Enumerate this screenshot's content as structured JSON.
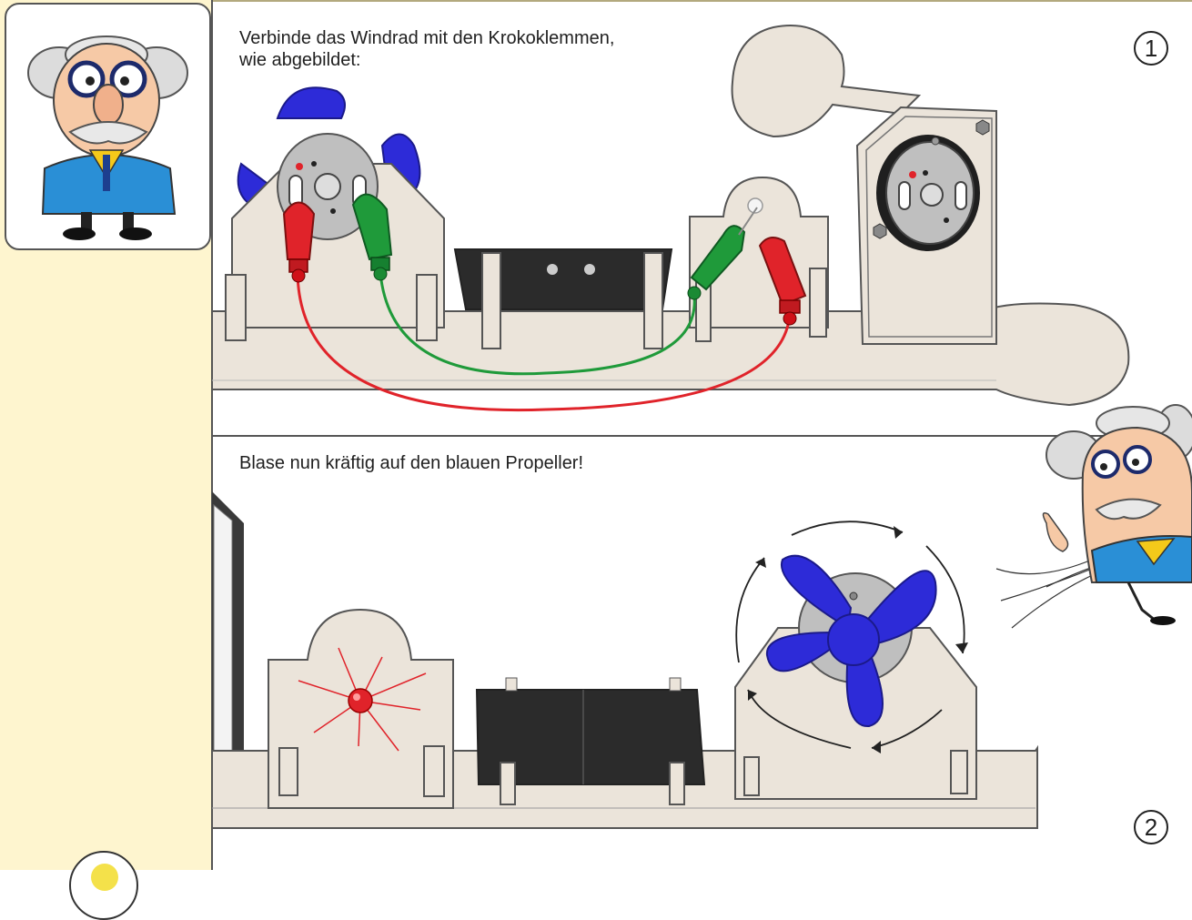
{
  "step1": {
    "number": "1",
    "instruction": "Verbinde das Windrad mit den Krokoklemmen,\nwie abgebildet:"
  },
  "step2": {
    "number": "2",
    "instruction": "Blase nun kräftig auf den blauen Propeller!"
  },
  "colors": {
    "sidebar_bg": "#fef5cf",
    "wood": "#ebe4da",
    "propeller_blue": "#2d2bd8",
    "clip_red": "#e0232a",
    "clip_green": "#1f9a3a",
    "solar_panel": "#2b2b2b"
  },
  "icons": [
    "professor-mascot-icon",
    "professor-blowing-icon",
    "rotation-arrows-icon",
    "led-glow-icon"
  ]
}
